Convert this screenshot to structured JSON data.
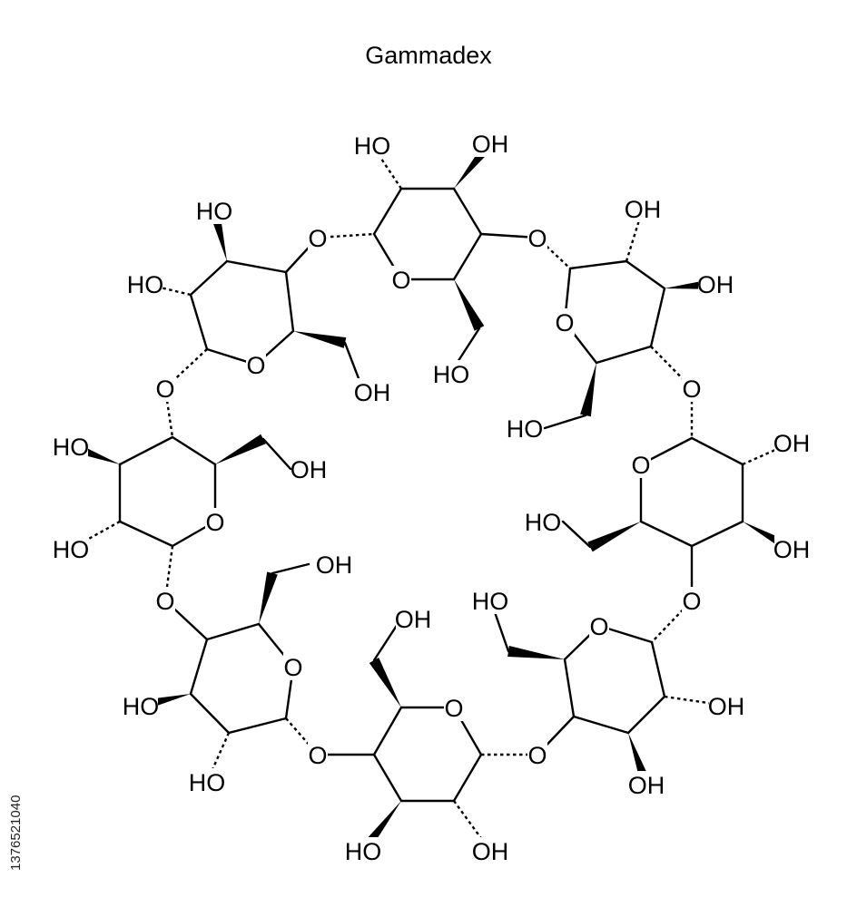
{
  "title": "Gammadex",
  "image_id": "1376521040",
  "colors": {
    "ink": "#000000",
    "background": "#ffffff"
  },
  "labels": {
    "hydroxyl": "OH",
    "hydroxyl_left": "HO",
    "ether_oxygen": "O"
  }
}
